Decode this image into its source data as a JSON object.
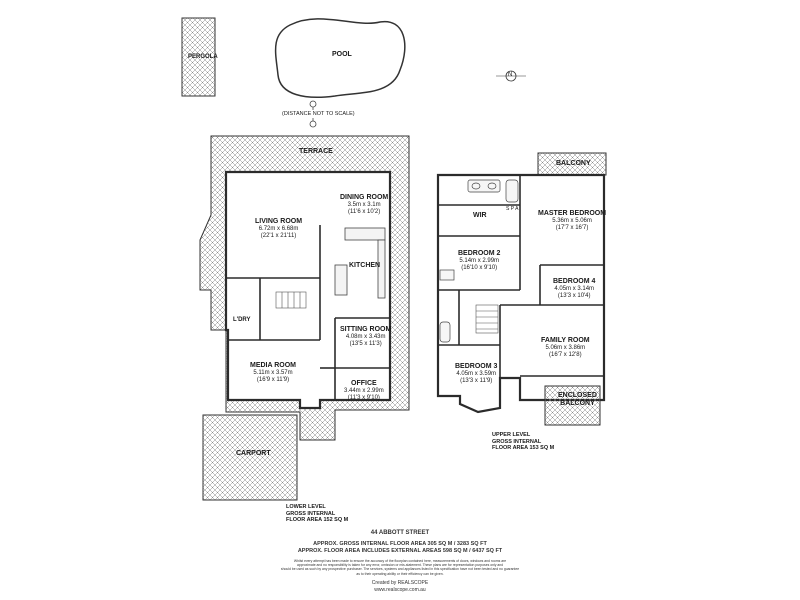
{
  "site": {
    "pergola": "PERGOLA",
    "pool": "POOL",
    "distance_note": "(DISTANCE NOT TO SCALE)",
    "north": "N"
  },
  "lower": {
    "terrace": "TERRACE",
    "dining": {
      "name": "DINING ROOM",
      "metric": "3.5m x 3.1m",
      "imperial": "(11'6 x 10'2)"
    },
    "living": {
      "name": "LIVING ROOM",
      "metric": "6.72m x 6.68m",
      "imperial": "(22'1 x 21'11)"
    },
    "kitchen": "KITCHEN",
    "lary": "L'DRY",
    "sitting": {
      "name": "SITTING ROOM",
      "metric": "4.08m x 3.43m",
      "imperial": "(13'5 x 11'3)"
    },
    "media": {
      "name": "MEDIA ROOM",
      "metric": "5.11m x 3.57m",
      "imperial": "(16'9 x 11'9)"
    },
    "office": {
      "name": "OFFICE",
      "metric": "3.44m x 2.99m",
      "imperial": "(11'3 x 9'10)"
    },
    "carport": "CARPORT",
    "area": [
      "LOWER LEVEL",
      "GROSS INTERNAL",
      "FLOOR AREA 152 SQ M"
    ]
  },
  "upper": {
    "balcony": "BALCONY",
    "spa": "S P A",
    "wir": "WIR",
    "master": {
      "name": "MASTER BEDROOM",
      "metric": "5.36m x 5.06m",
      "imperial": "(17'7 x 16'7)"
    },
    "bed2": {
      "name": "BEDROOM 2",
      "metric": "5.14m x 2.99m",
      "imperial": "(16'10 x 9'10)"
    },
    "bed4": {
      "name": "BEDROOM 4",
      "metric": "4.05m x 3.14m",
      "imperial": "(13'3 x 10'4)"
    },
    "family": {
      "name": "FAMILY ROOM",
      "metric": "5.06m x 3.86m",
      "imperial": "(16'7 x 12'8)"
    },
    "bed3": {
      "name": "BEDROOM 3",
      "metric": "4.05m x 3.59m",
      "imperial": "(13'3 x 11'9)"
    },
    "enclosed": [
      "ENCLOSED",
      "BALCONY"
    ],
    "area": [
      "UPPER LEVEL",
      "GROSS INTERNAL",
      "FLOOR AREA 153 SQ M"
    ]
  },
  "footer": {
    "address": "44 ABBOTT STREET",
    "approx1": "APPROX. GROSS INTERNAL FLOOR AREA 305 SQ M / 3283 SQ FT",
    "approx2": "APPROX. FLOOR AREA INCLUDES EXTERNAL AREAS 598 SQ M / 6437 SQ FT",
    "disclaimer": [
      "Whilst every attempt has been made to ensure the accuracy of the floorplan contained here, measurements of doors, windows and rooms are",
      "approximate and no responsibility is taken for any error, omission or mis-statement. These plans are for representation purposes only and",
      "should be used as such by any prospective purchaser. The services, systems and appliances listed in this specification have not been tested and no guarantee",
      "as to their operating ability or their efficiency can be given."
    ],
    "created": "Created by REALSCOPE",
    "website": "www.realscope.com.au"
  },
  "colors": {
    "wall": "#2b2b2b",
    "hatch": "#8a8a8a",
    "pool_line": "#333333"
  }
}
